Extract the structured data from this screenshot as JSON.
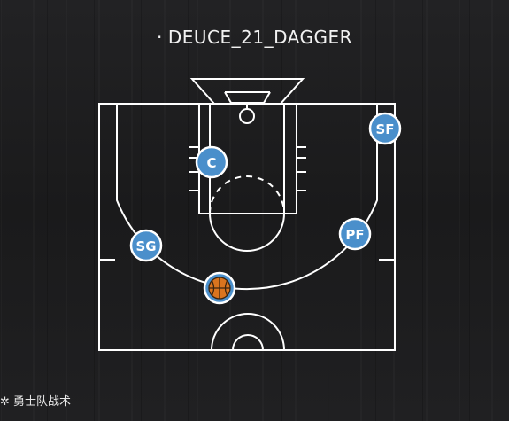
{
  "play": {
    "bullet": "·",
    "title": "DEUCE_21_DAGGER"
  },
  "players": [
    {
      "label": "C"
    },
    {
      "label": "SF"
    },
    {
      "label": "SG"
    },
    {
      "label": "PF"
    }
  ],
  "ball": {
    "name": "basketball"
  },
  "colors": {
    "player_fill": "#4a8fcb",
    "court_line": "#ffffff",
    "ball": "#d9741f"
  },
  "watermark": {
    "icon": "logo-icon",
    "text": "勇士队战术"
  }
}
